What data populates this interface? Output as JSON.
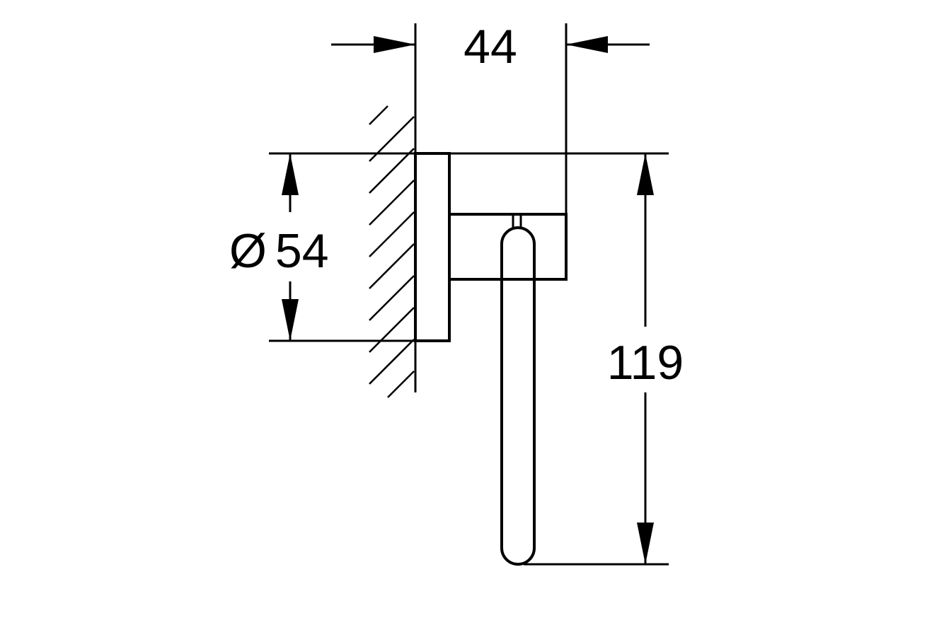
{
  "dimensions": {
    "projection": "44",
    "diameter_symbol": "Ø",
    "diameter_value": "54",
    "height": "119"
  }
}
